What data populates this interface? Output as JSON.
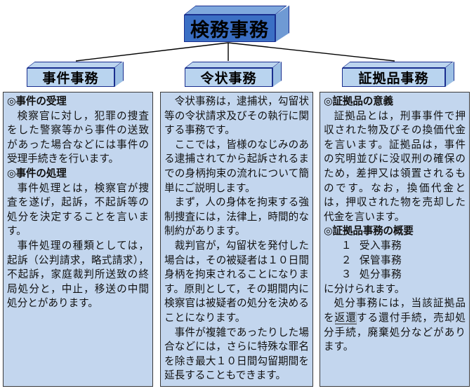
{
  "chart_title": "検務事務",
  "root": {
    "label": "検務事務"
  },
  "branches": [
    {
      "label": "事件事務"
    },
    {
      "label": "令状事務"
    },
    {
      "label": "証拠品事務"
    }
  ],
  "panels": [
    {
      "id": "panel-1",
      "blocks": [
        {
          "type": "head",
          "text": "◎事件の受理"
        },
        {
          "type": "body",
          "text": "検察官に対し，犯罪の捜査をした警察等から事件の送致があった場合などには事件の受理手続きを行います。"
        },
        {
          "type": "head",
          "text": "◎事件の処理"
        },
        {
          "type": "body",
          "text": "事件処理とは，検察官が捜査を遂げ，起訴，不起訴等の処分を決定することを言います。"
        },
        {
          "type": "body",
          "text": "事件処理の種類としては，起訴（公判請求，略式請求），不起訴，家庭裁判所送致の終局処分と，中止，移送の中間処分とがあります。"
        }
      ]
    },
    {
      "id": "panel-2",
      "blocks": [
        {
          "type": "body",
          "text": "令状事務は，逮捕状，勾留状等の令状請求及びその執行に関する事務です。"
        },
        {
          "type": "body",
          "text": "ここでは，皆様のなじみのある逮捕されてから起訴されるまでの身柄拘束の流れについて簡単にご説明します。"
        },
        {
          "type": "body",
          "text": "まず，人の身体を拘束する強制捜査には，法律上，時間的な制約があります。"
        },
        {
          "type": "body",
          "text": "裁判官が，勾留状を発付した場合は，その被疑者は１０日間身柄を拘束されることになります。原則として，その期間内に検察官は被疑者の処分を決めることになります。"
        },
        {
          "type": "body",
          "text": "事件が複雑であったりした場合などには，さらに特殊な罪名を除き最大１０日間勾留期間を延長することもできます。"
        }
      ]
    },
    {
      "id": "panel-3",
      "blocks": [
        {
          "type": "head",
          "text": "◎証拠品の意義"
        },
        {
          "type": "body",
          "text": "証拠品とは，刑事事件で押収された物及びその換価代金を言います。証拠品は，事件の究明並びに没収刑の確保のため，差押又は領置されるものです。なお，換価代金とは，押収された物を売却した代金を言います。"
        },
        {
          "type": "head",
          "text": "◎証拠品事務の概要"
        },
        {
          "type": "item",
          "num": "１",
          "text": "受入事務"
        },
        {
          "type": "item",
          "num": "２",
          "text": "保管事務"
        },
        {
          "type": "item",
          "num": "３",
          "text": "処分事務"
        },
        {
          "type": "flush",
          "text": "に分けられます。"
        },
        {
          "type": "body_marked",
          "pre": "処分事務には，当該証拠品を",
          "marked": "返還",
          "post": "する還付手続，売却処分手続，廃棄処分などがあります。"
        }
      ]
    }
  ],
  "colors": {
    "root_box_front": "#3b6fc4",
    "root_box_top": "#7fa8dd",
    "sub_box_front": "#b9d4ef",
    "panel_background": "#c3d6ee",
    "panel_border": "#3a3a3a",
    "connector_line": "#000000"
  }
}
